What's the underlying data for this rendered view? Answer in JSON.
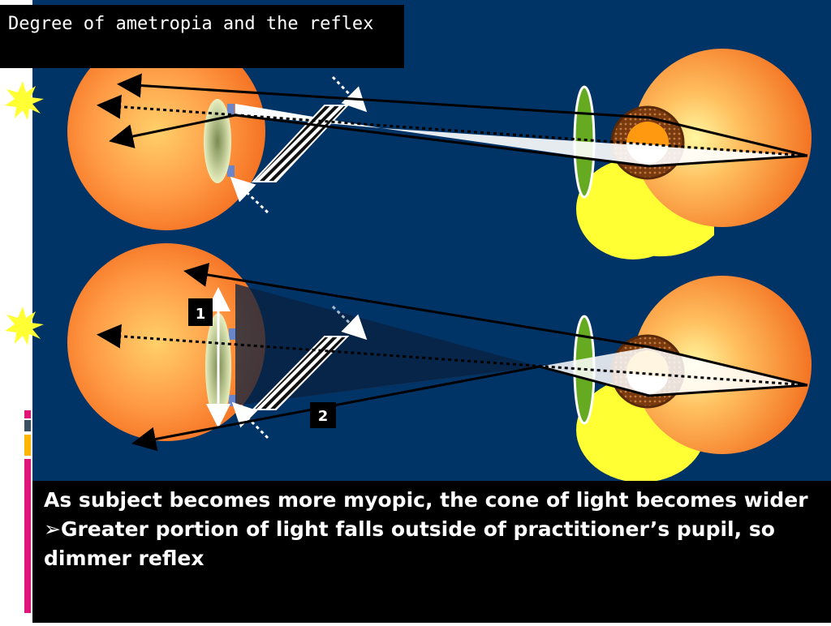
{
  "title": "Degree of ametropia and the reflex",
  "diagram": {
    "label_1": "1",
    "label_2": "2"
  },
  "caption": {
    "line1": "As subject becomes more myopic, the cone of light becomes wider",
    "bullet_marker": "➢",
    "line2": "Greater portion of light falls outside of practitioner’s pupil, so dimmer reflex"
  },
  "colors": {
    "background": "#003366",
    "eye_orange": "#ff8c33",
    "yellow": "#ffff33",
    "iris_brown": "#8b4513",
    "lens_green": "#66aa22",
    "accent_pink": "#e0157a",
    "accent_amber": "#ffb400",
    "accent_slate": "#3c5064"
  }
}
